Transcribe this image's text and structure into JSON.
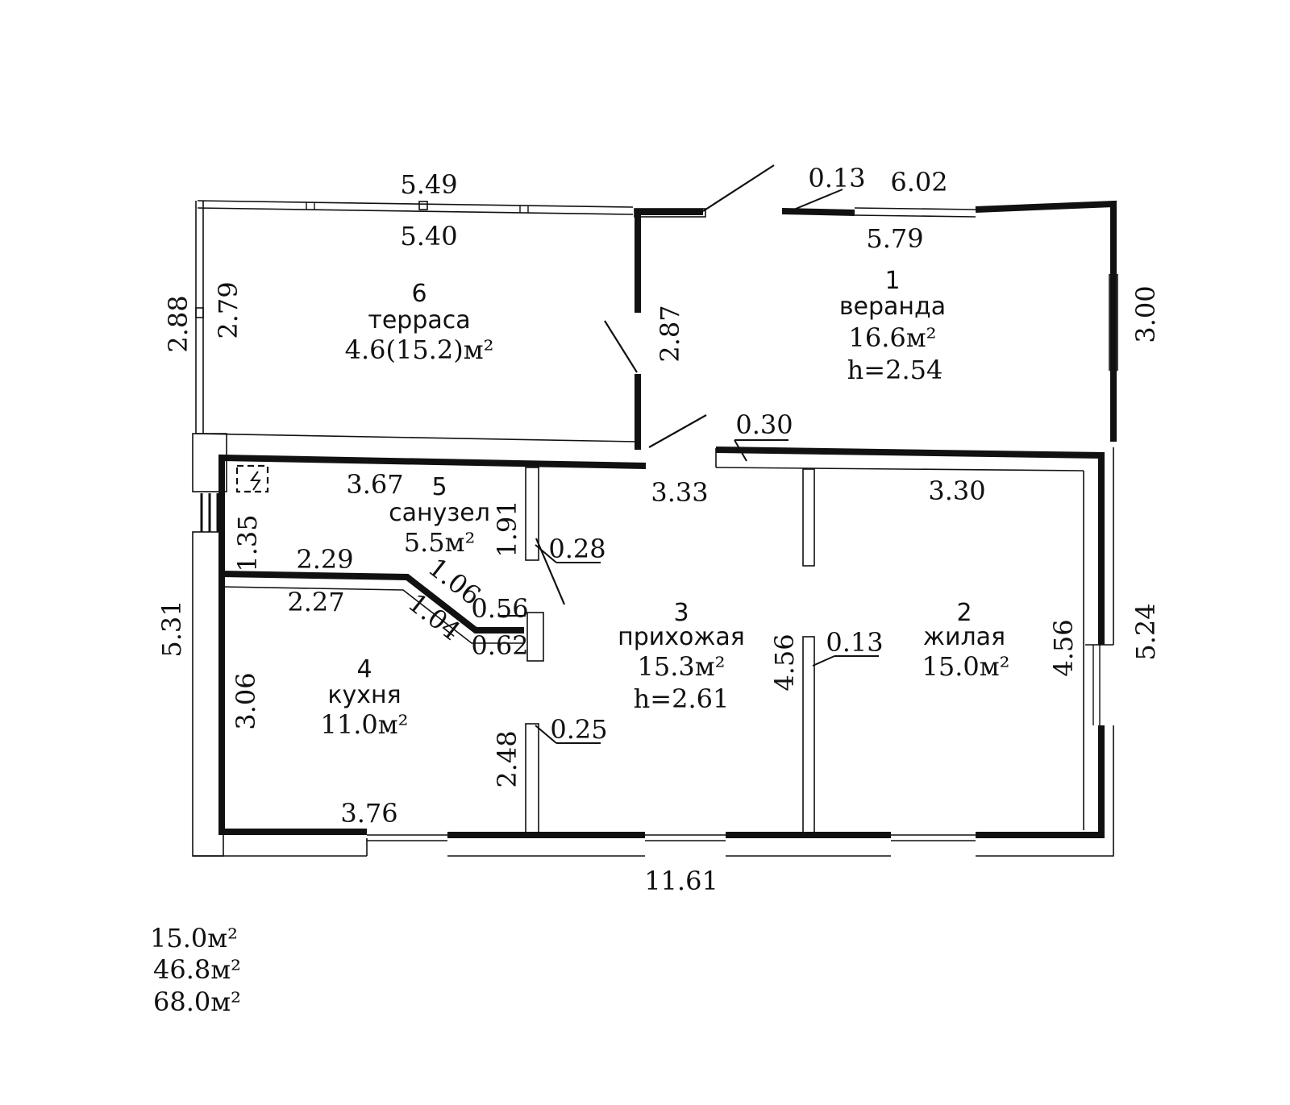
{
  "rooms": [
    {
      "id": "1",
      "number": "1",
      "name": "веранда",
      "area": "16.6м²",
      "height": "h=2.54"
    },
    {
      "id": "2",
      "number": "2",
      "name": "жилая",
      "area": "15.0м²"
    },
    {
      "id": "3",
      "number": "3",
      "name": "прихожая",
      "area": "15.3м²",
      "height": "h=2.61"
    },
    {
      "id": "4",
      "number": "4",
      "name": "кухня",
      "area": "11.0м²"
    },
    {
      "id": "5",
      "number": "5",
      "name": "санузел",
      "area": "5.5м²"
    },
    {
      "id": "6",
      "number": "6",
      "name": "терраса",
      "area": "4.6(15.2)м²"
    }
  ],
  "dimensions": {
    "terrace_top_outer": "5.49",
    "terrace_top_inner": "5.40",
    "terrace_left_outer": "2.88",
    "terrace_left_inner": "2.79",
    "entry_side": "2.87",
    "veranda_wall": "0.13",
    "veranda_top_outer": "6.02",
    "veranda_top_inner": "5.79",
    "veranda_right": "3.00",
    "veranda_wall_bottom": "0.30",
    "bath_top": "3.67",
    "hall_top": "3.33",
    "living_top": "3.30",
    "bath_partition": "1.91",
    "bath_partition_wall": "0.28",
    "bath_left": "1.35",
    "diag_top_1": "2.29",
    "diag_top_2": "1.06",
    "diag_top_3": "0.56",
    "diag_bottom_1": "2.27",
    "diag_bottom_2": "1.04",
    "diag_bottom_3": "0.62",
    "left_outer": "5.31",
    "kitchen_left": "3.06",
    "kitchen_partition": "2.48",
    "kitchen_partition_wall": "0.25",
    "kitchen_bottom": "3.76",
    "living_partition": "4.56",
    "living_partition_wall": "0.13",
    "living_right_inner": "4.56",
    "living_right_outer": "5.24",
    "overall_bottom": "11.61"
  },
  "totals": [
    "15.0м²",
    "46.8м²",
    "68.0м²"
  ]
}
